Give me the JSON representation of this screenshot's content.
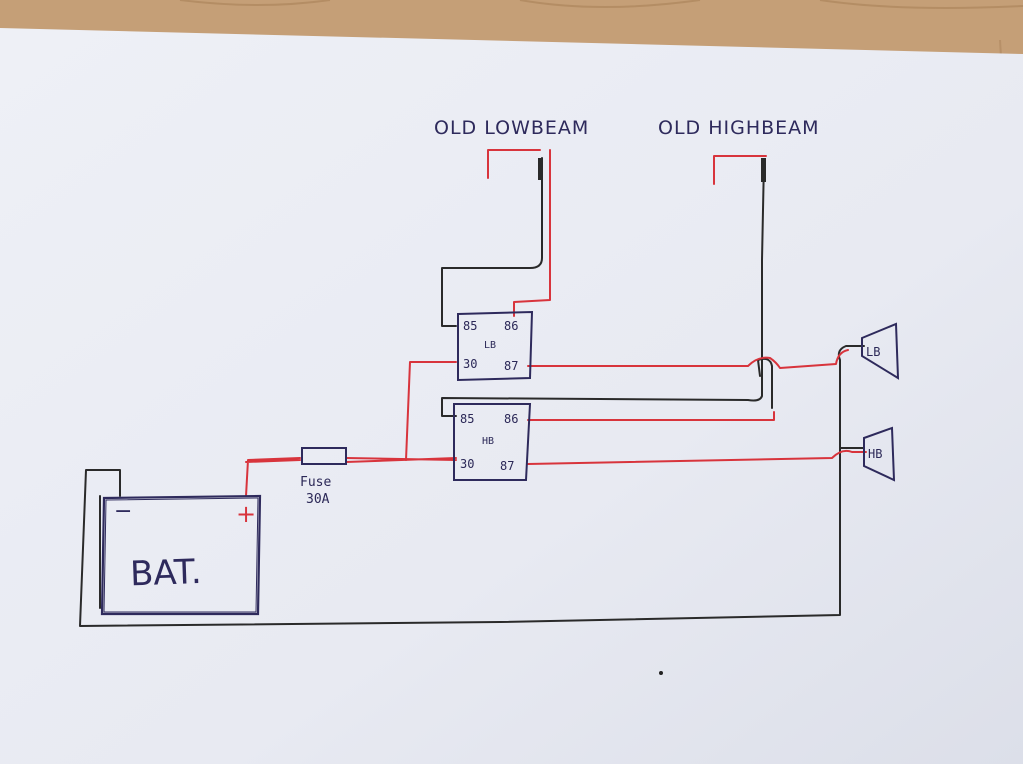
{
  "colors": {
    "table": "#c9a67f",
    "paper": "#e9ebf3",
    "ink": "#2e2a5c",
    "black_wire": "#2a2a2a",
    "red_wire": "#d8343c"
  },
  "headlights": {
    "lowbeam_label": "OLD LOWBEAM",
    "highbeam_label": "OLD HIGHBEAM"
  },
  "relays": {
    "lb": {
      "name": "LB",
      "pin_85": "85",
      "pin_86": "86",
      "pin_30": "30",
      "pin_87": "87"
    },
    "hb": {
      "name": "HB",
      "pin_85": "85",
      "pin_86": "86",
      "pin_30": "30",
      "pin_87": "87"
    }
  },
  "fuse": {
    "line1": "Fuse",
    "line2": "30A"
  },
  "battery": {
    "label": "BAT.",
    "negative": "−",
    "positive": "+"
  },
  "lamps": {
    "lb": "LB",
    "hb": "HB"
  }
}
